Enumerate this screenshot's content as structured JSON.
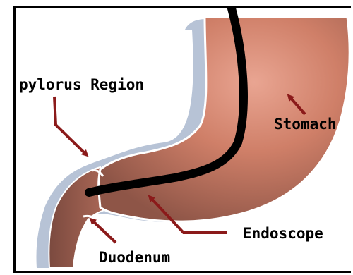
{
  "labels": {
    "pylorus": "pylorus Region",
    "stomach": "Stomach",
    "endoscope": "Endoscope",
    "duodenum": "Duodenum"
  },
  "colors": {
    "arrow": "#8b1a1a",
    "shadow": "#b7c3d6",
    "endoscope": "#000000",
    "tissue_dark": "#8a4f43",
    "tissue_light": "#e7a18d"
  }
}
